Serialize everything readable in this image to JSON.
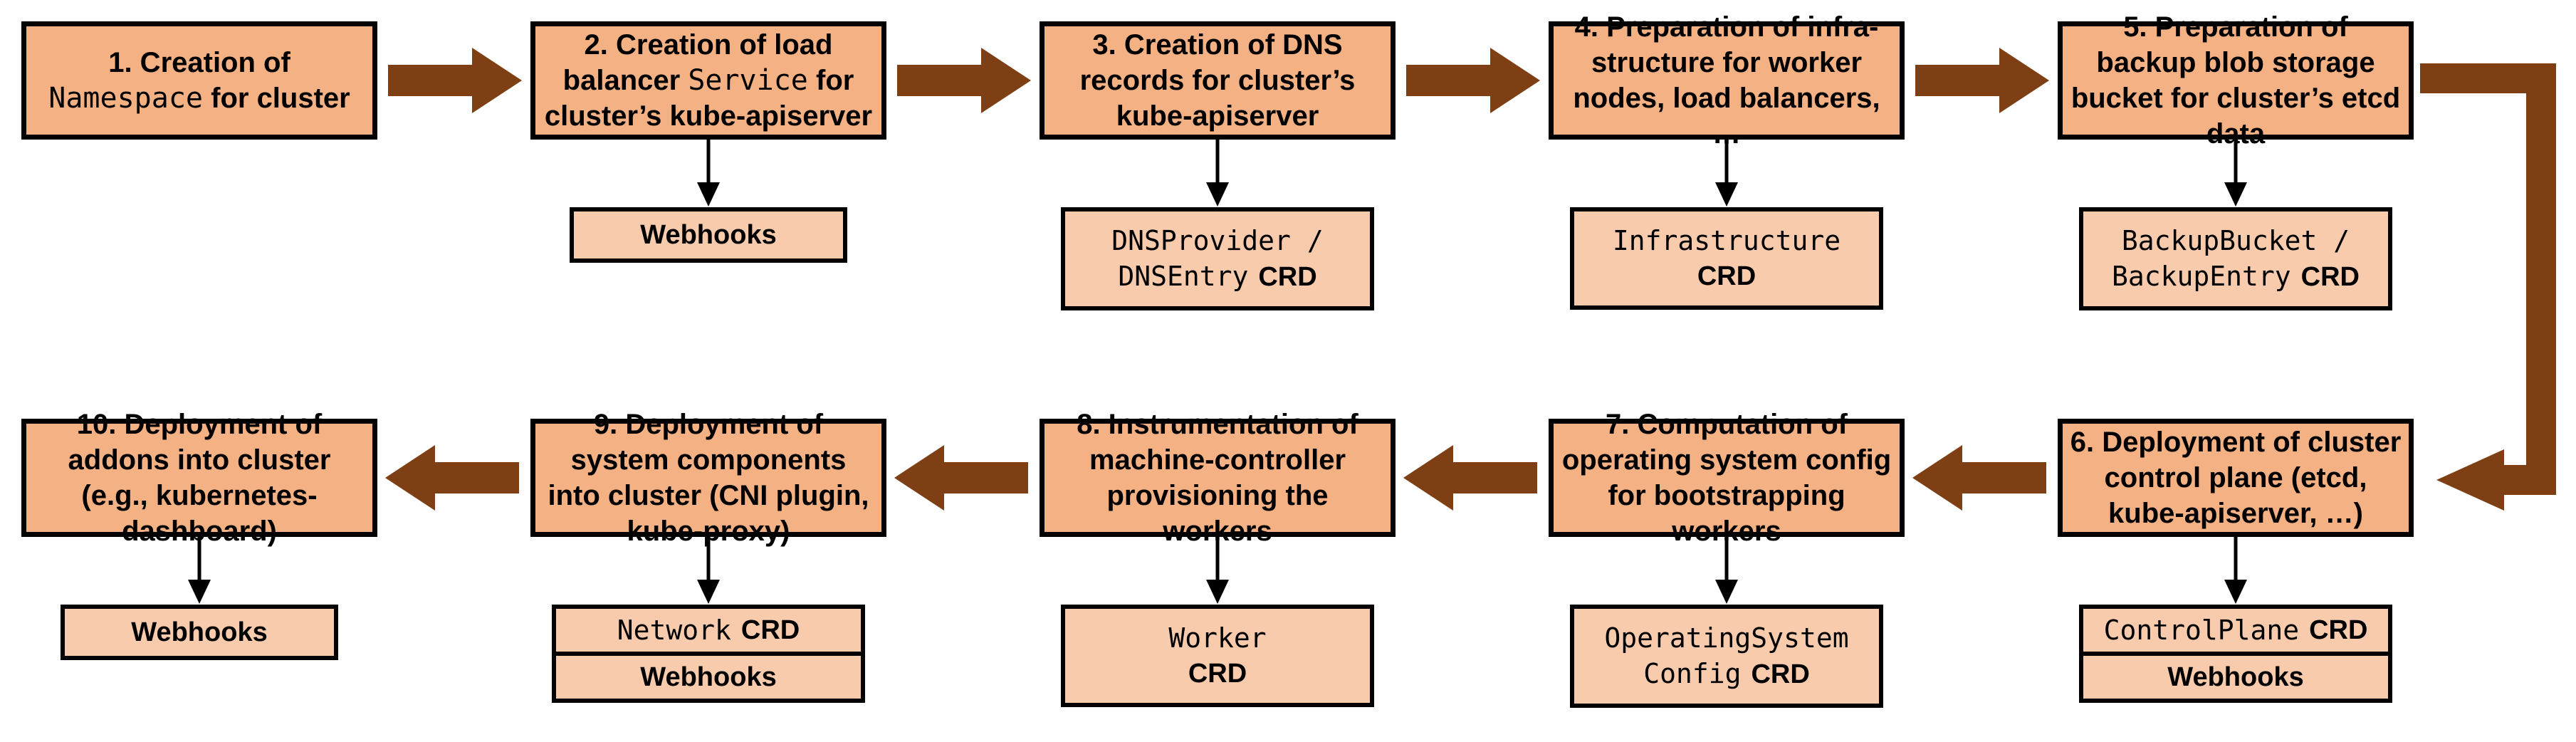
{
  "diagram_title": "",
  "colors": {
    "main_box_fill": "#F4B183",
    "sub_box_fill": "#F8CBAD",
    "arrow_brown": "#7F3F14",
    "border": "#000000",
    "background": "#FFFFFF"
  },
  "steps": [
    {
      "segments": [
        {
          "text": "1. Creation of "
        },
        {
          "text": "Namespace"
        },
        {
          "text": " for cluster"
        }
      ]
    },
    {
      "segments": [
        {
          "text": "2. Creation of load balancer "
        },
        {
          "text": "Service"
        },
        {
          "text": " for cluster’s kube-apiserver"
        }
      ]
    },
    {
      "segments": [
        {
          "text": "3. Creation of DNS records for cluster’s kube-apiserver"
        }
      ]
    },
    {
      "segments": [
        {
          "text": "4. Preparation of infra-structure for worker nodes, load balancers, …"
        }
      ]
    },
    {
      "segments": [
        {
          "text": "5. Preparation of backup blob storage bucket for cluster’s etcd data"
        }
      ]
    },
    {
      "segments": [
        {
          "text": "6. Deployment of cluster control plane (etcd, kube-apiserver, …)"
        }
      ]
    },
    {
      "segments": [
        {
          "text": "7. Computation of operating system config for bootstrapping workers"
        }
      ]
    },
    {
      "segments": [
        {
          "text": "8. Instrumentation of machine-controller provisioning the workers"
        }
      ]
    },
    {
      "segments": [
        {
          "text": "9. Deployment of system components into cluster (CNI plugin, kube-proxy)"
        }
      ]
    },
    {
      "segments": [
        {
          "text": "10. Deployment of addons into cluster (e.g., kubernetes-dashboard)"
        }
      ]
    }
  ],
  "artifacts": {
    "step2_webhooks": "Webhooks",
    "step3_line1": "DNSProvider /",
    "step3_line2_mono": "DNSEntry",
    "step3_line2_label": "CRD",
    "step4_line1": "Infrastructure",
    "step4_line2_label": "CRD",
    "step5_line1": "BackupBucket /",
    "step5_line2_mono": "BackupEntry",
    "step5_line2_label": "CRD",
    "step6_crd_mono": "ControlPlane",
    "step6_crd_label": "CRD",
    "step6_webhooks": "Webhooks",
    "step7_line1": "OperatingSystem",
    "step7_line2_mono": "Config",
    "step7_line2_label": "CRD",
    "step8_line1": "Worker",
    "step8_line2_label": "CRD",
    "step9_crd_mono": "Network",
    "step9_crd_label": "CRD",
    "step9_webhooks": "Webhooks",
    "step10_webhooks": "Webhooks"
  }
}
